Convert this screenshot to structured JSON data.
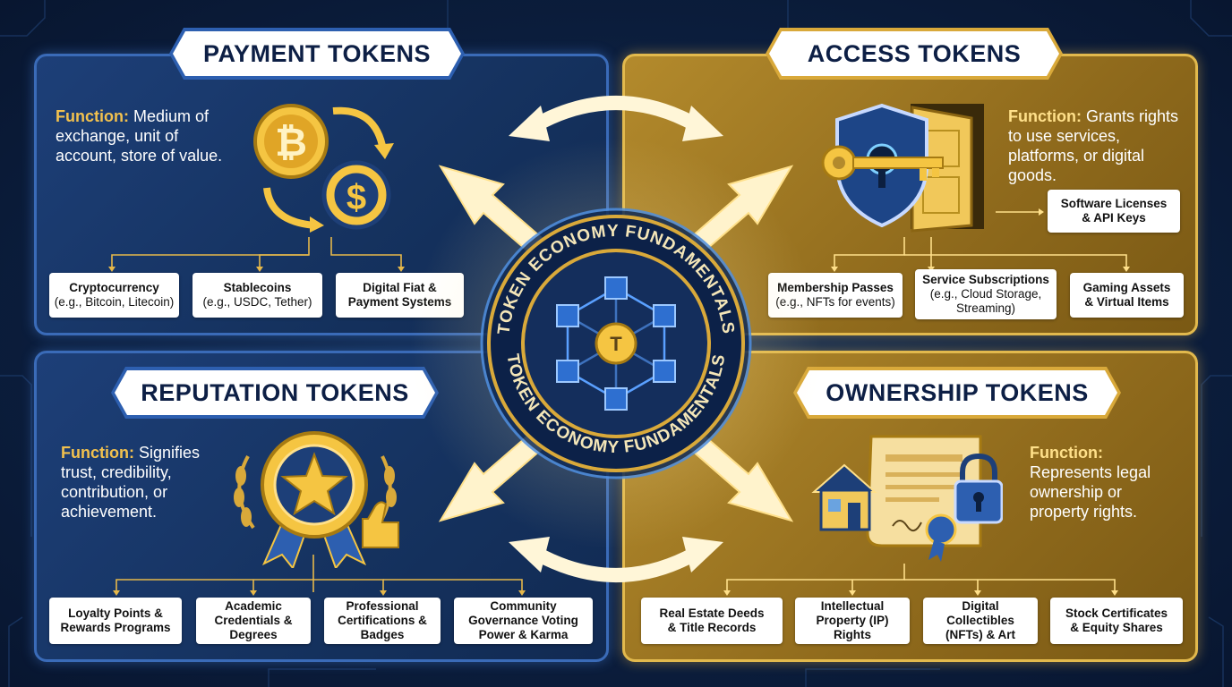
{
  "center": {
    "title_top": "TOKEN ECONOMY FUNDAMENTALS",
    "title_bottom": "TOKEN ECONOMY FUNDAMENTALS",
    "core_letter": "T"
  },
  "payment": {
    "title": "PAYMENT TOKENS",
    "function_label": "Function:",
    "function_text": "Medium of exchange, unit of account, store of value.",
    "items": [
      {
        "line1": "Cryptocurrency",
        "line2": "(e.g., Bitcoin, Litecoin)"
      },
      {
        "line1": "Stablecoins",
        "line2": "(e.g., USDC, Tether)"
      },
      {
        "line1": "Digital Fiat &",
        "line2": "Payment Systems"
      }
    ]
  },
  "access": {
    "title": "ACCESS TOKENS",
    "function_label": "Function:",
    "function_text": "Grants rights to use services, platforms, or digital goods.",
    "side_item": {
      "line1": "Software Licenses",
      "line2": "& API Keys"
    },
    "items": [
      {
        "line1": "Membership Passes",
        "line2": "(e.g., NFTs for events)"
      },
      {
        "line1": "Service Subscriptions",
        "line2": "(e.g., Cloud Storage,",
        "line3": "Streaming)"
      },
      {
        "line1": "Gaming Assets",
        "line2": "& Virtual Items"
      }
    ]
  },
  "reputation": {
    "title": "REPUTATION TOKENS",
    "function_label": "Function:",
    "function_text": "Signifies trust, credibility, contribution, or achievement.",
    "items": [
      {
        "line1": "Loyalty Points &",
        "line2": "Rewards Programs"
      },
      {
        "line1": "Academic",
        "line2": "Credentials &",
        "line3": "Degrees"
      },
      {
        "line1": "Professional",
        "line2": "Certifications &",
        "line3": "Badges"
      },
      {
        "line1": "Community",
        "line2": "Governance Voting",
        "line3": "Power & Karma"
      }
    ]
  },
  "ownership": {
    "title": "OWNERSHIP TOKENS",
    "function_label": "Function:",
    "function_text": "Represents legal ownership or property rights.",
    "items": [
      {
        "line1": "Real Estate Deeds",
        "line2": "& Title Records"
      },
      {
        "line1": "Intellectual",
        "line2": "Property (IP)",
        "line3": "Rights"
      },
      {
        "line1": "Digital",
        "line2": "Collectibles",
        "line3": "(NFTs) & Art"
      },
      {
        "line1": "Stock Certificates",
        "line2": "& Equity Shares"
      }
    ]
  },
  "colors": {
    "navy": "#0c1f3f",
    "blue_panel": "#15325f",
    "gold_panel": "#8f6a1c",
    "gold_accent": "#f2c14e"
  }
}
